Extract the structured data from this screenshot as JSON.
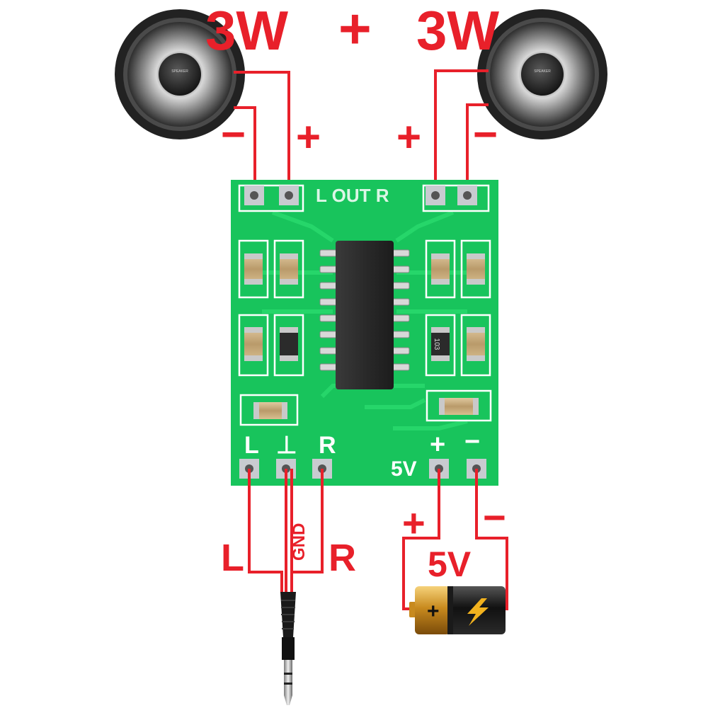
{
  "title": {
    "left_power": "3W",
    "plus": "+",
    "right_power": "3W"
  },
  "speakers": {
    "left": {
      "minus": "−",
      "plus": "+"
    },
    "right": {
      "plus": "+",
      "minus": "−"
    }
  },
  "board": {
    "silkscreen_top": "L  OUT  R",
    "silkscreen_in_left": "L",
    "silkscreen_in_gnd": "⊥",
    "silkscreen_in_right": "R",
    "silkscreen_power": "5V",
    "silkscreen_plus": "+",
    "silkscreen_minus": "−",
    "resistor_code": "103",
    "colors": {
      "pcb": "#16c25a",
      "pcb_dark": "#0fa848",
      "chip": "#2a2a2a",
      "pad": "#c8cbd0",
      "wire": "#e8202a"
    }
  },
  "input_labels": {
    "left": "L",
    "gnd": "GND",
    "right": "R"
  },
  "power_labels": {
    "plus": "+",
    "minus": "−",
    "voltage": "5V"
  },
  "icons": [
    "speaker-icon",
    "audio-jack-icon",
    "battery-icon",
    "lightning-icon"
  ]
}
